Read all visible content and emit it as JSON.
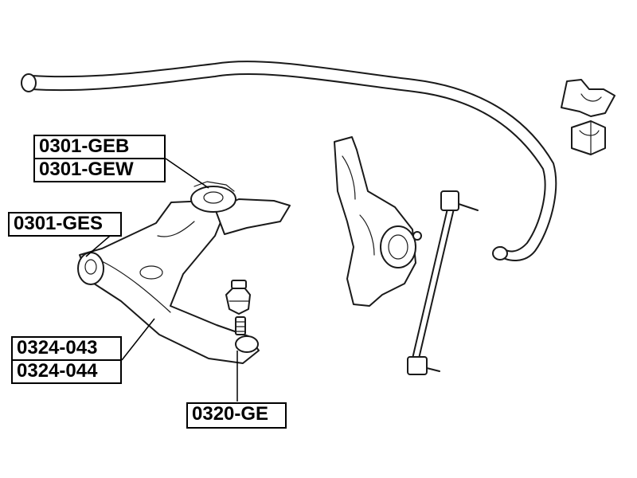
{
  "labels": {
    "geb": "0301-GEB",
    "gew": "0301-GEW",
    "ges": "0301-GES",
    "arm_left": "0324-043",
    "arm_right": "0324-044",
    "ball_joint": "0320-GE"
  },
  "colors": {
    "line": "#1a1a1a",
    "label_border": "#000000",
    "background": "#ffffff"
  }
}
